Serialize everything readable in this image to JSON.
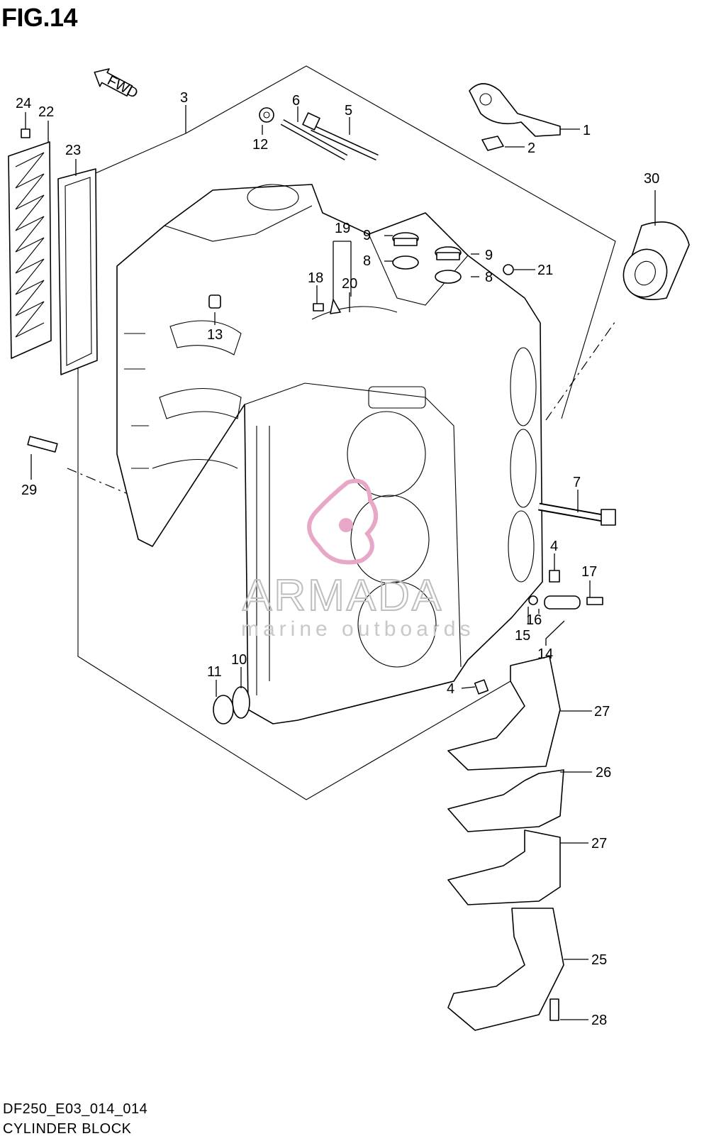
{
  "figure": {
    "title": "FIG.14",
    "code": "DF250_E03_014_014",
    "caption": "CYLINDER BLOCK",
    "direction_label": "FWD"
  },
  "watermark": {
    "name": "ARMADA",
    "tagline": "marine outboards",
    "logo_color": "#e8a7c6"
  },
  "callouts": {
    "c1": "1",
    "c2": "2",
    "c3": "3",
    "c4a": "4",
    "c4b": "4",
    "c5": "5",
    "c6": "6",
    "c7": "7",
    "c8a": "8",
    "c8b": "8",
    "c9a": "9",
    "c9b": "9",
    "c10": "10",
    "c11": "11",
    "c12": "12",
    "c13": "13",
    "c14": "14",
    "c15": "15",
    "c16": "16",
    "c17": "17",
    "c18": "18",
    "c19": "19",
    "c20": "20",
    "c21": "21",
    "c22": "22",
    "c23": "23",
    "c24": "24",
    "c25": "25",
    "c26": "26",
    "c27a": "27",
    "c27b": "27",
    "c28": "28",
    "c29": "29",
    "c30": "30"
  }
}
